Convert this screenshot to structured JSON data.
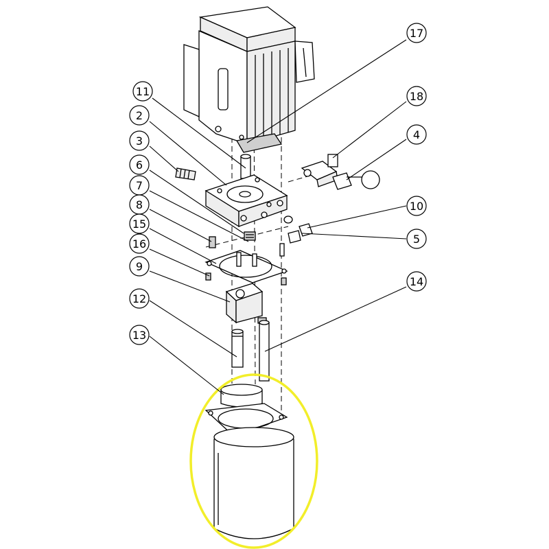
{
  "highlight_color": "#f2ee2a",
  "callouts": [
    {
      "id": "c11",
      "label": "11"
    },
    {
      "id": "c2",
      "label": "2"
    },
    {
      "id": "c3",
      "label": "3"
    },
    {
      "id": "c6",
      "label": "6"
    },
    {
      "id": "c7",
      "label": "7"
    },
    {
      "id": "c8",
      "label": "8"
    },
    {
      "id": "c15",
      "label": "15"
    },
    {
      "id": "c16",
      "label": "16"
    },
    {
      "id": "c9",
      "label": "9"
    },
    {
      "id": "c12",
      "label": "12"
    },
    {
      "id": "c13",
      "label": "13"
    },
    {
      "id": "c17",
      "label": "17"
    },
    {
      "id": "c18",
      "label": "18"
    },
    {
      "id": "c4",
      "label": "4"
    },
    {
      "id": "c10",
      "label": "10"
    },
    {
      "id": "c5",
      "label": "5"
    },
    {
      "id": "c14",
      "label": "14"
    }
  ]
}
